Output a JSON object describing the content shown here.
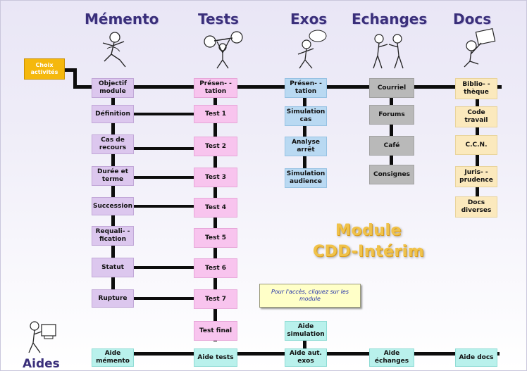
{
  "headers": {
    "memento": "Mémento",
    "tests": "Tests",
    "exos": "Exos",
    "echanges": "Echanges",
    "docs": "Docs"
  },
  "choix": "Choix activités",
  "memento": [
    "Objectif module",
    "Définition",
    "Cas de recours",
    "Durée et terme",
    "Succession",
    "Requali- -fication",
    "Statut",
    "Rupture"
  ],
  "tests": [
    "Présen- -tation",
    "Test 1",
    "Test 2",
    "Test 3",
    "Test 4",
    "Test 5",
    "Test 6",
    "Test 7",
    "Test final"
  ],
  "exos": [
    "Présen- -tation",
    "Simulation cas",
    "Analyse arrêt",
    "Simulation audience",
    "Aide simulation"
  ],
  "echanges": [
    "Courriel",
    "Forums",
    "Café",
    "Consignes"
  ],
  "docs": [
    "Biblio- -thèque",
    "Code travail",
    "C.C.N.",
    "Juris- -prudence",
    "Docs diverses"
  ],
  "aides_row": [
    "Aide mémento",
    "Aide tests",
    "Aide aut. exos",
    "Aide échanges",
    "Aide docs"
  ],
  "module_title": [
    "Module",
    "CDD-Intérim"
  ],
  "note": "Pour l'accès, cliquez sur les module",
  "aides_label": "Aides",
  "colors": {
    "memento": "#dcc7ee",
    "tests": "#f8c4ee",
    "exos": "#b9d9f2",
    "echanges": "#b9b9b9",
    "docs": "#fbe9bd",
    "aide": "#b9f1ec",
    "choix": "#f5b80d",
    "title": "#f0c24a",
    "header": "#3a2f7a"
  },
  "icons": [
    "running-figure-icon",
    "weightlifter-icon",
    "thinking-figure-icon",
    "two-people-exchanging-icon",
    "reader-with-document-icon",
    "computer-user-icon"
  ]
}
